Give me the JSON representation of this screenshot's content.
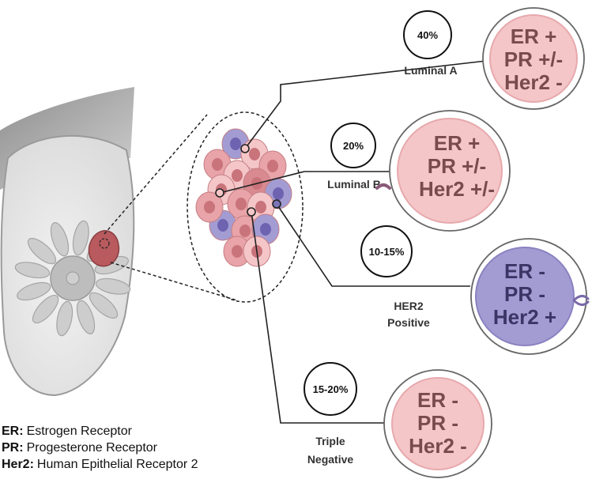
{
  "subtypes": [
    {
      "id": "luminal-a",
      "name_lines": [
        "Luminal A"
      ],
      "percent": "40%",
      "receptors": [
        "ER +",
        "PR +/-",
        "Her2 -"
      ]
    },
    {
      "id": "luminal-b",
      "name_lines": [
        "Luminal B"
      ],
      "percent": "20%",
      "receptors": [
        "ER +",
        "PR +/-",
        "Her2 +/-"
      ]
    },
    {
      "id": "her2-positive",
      "name_lines": [
        "HER2",
        "Positive"
      ],
      "percent": "10-15%",
      "receptors": [
        "ER -",
        "PR -",
        "Her2 +"
      ]
    },
    {
      "id": "triple-negative",
      "name_lines": [
        "Triple",
        "Negative"
      ],
      "percent": "15-20%",
      "receptors": [
        "ER -",
        "PR -",
        "Her2 -"
      ]
    }
  ],
  "legend": [
    {
      "abbr": "ER:",
      "full": "Estrogen Receptor"
    },
    {
      "abbr": "PR:",
      "full": "Progesterone Receptor"
    },
    {
      "abbr": "Her2:",
      "full": "Human Epithelial Receptor 2"
    }
  ],
  "colors": {
    "pink_cell": "#f4c6c8",
    "pink_text": "#7a4a4c",
    "purple_cell": "#a39cd3",
    "purple_text": "#3b3566",
    "lesion": "#b85a5e",
    "outline": "#333333"
  }
}
